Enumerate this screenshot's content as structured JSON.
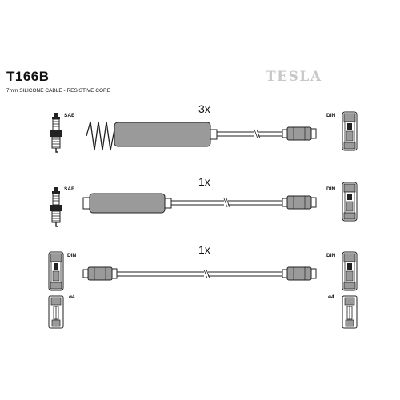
{
  "header": {
    "part_number": "T166B",
    "description": "7mm SILICONE CABLE - RESISTIVE CORE",
    "brand": "TESLA"
  },
  "leads": [
    {
      "quantity": "3x",
      "left_end_type": "SAE",
      "right_end_type": "DIN"
    },
    {
      "quantity": "1x",
      "left_end_type": "SAE",
      "right_end_type": "DIN"
    },
    {
      "quantity": "1x",
      "left_end_type": "DIN",
      "right_end_type": "DIN"
    }
  ],
  "terminal_labels": {
    "left": "ø4",
    "right": "ø4"
  },
  "colors": {
    "line": "#222222",
    "fill": "#9a9a9a",
    "brand": "#c8c8c8"
  }
}
